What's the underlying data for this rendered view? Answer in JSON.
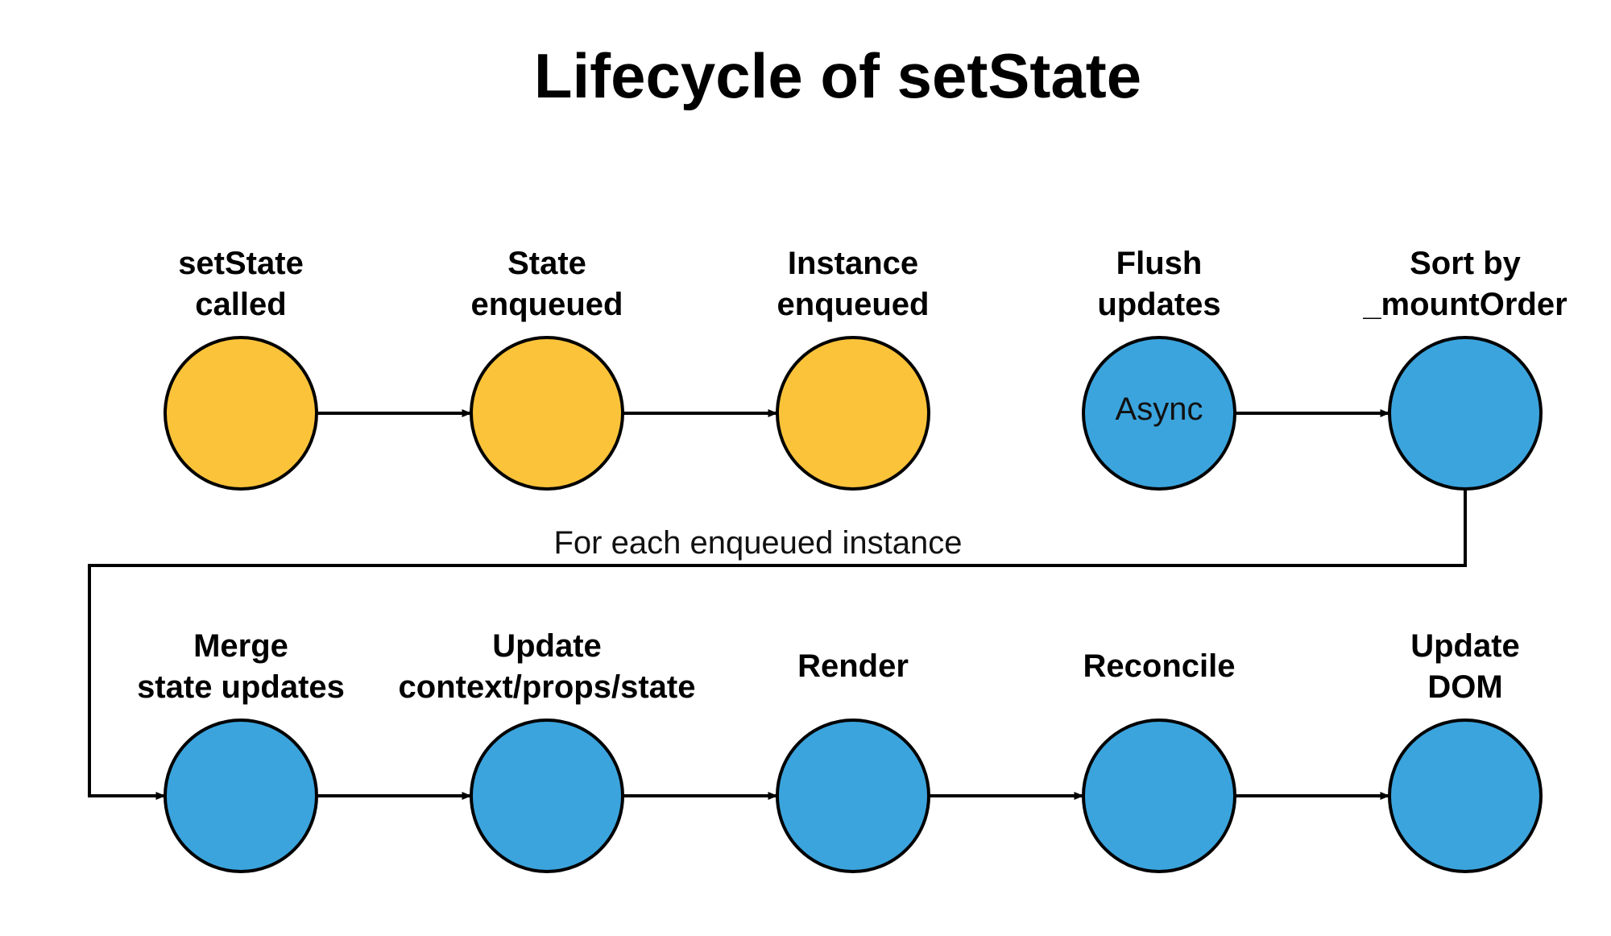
{
  "title": "Lifecycle of setState",
  "colors": {
    "sync": "#FBC33A",
    "batch": "#3BA4DD",
    "stroke": "#000000"
  },
  "nodes": [
    {
      "id": "setstate-called",
      "label": [
        "setState",
        "called"
      ],
      "inner": "",
      "color": "sync"
    },
    {
      "id": "state-enqueued",
      "label": [
        "State",
        "enqueued"
      ],
      "inner": "",
      "color": "sync"
    },
    {
      "id": "instance-enqueued",
      "label": [
        "Instance",
        "enqueued"
      ],
      "inner": "",
      "color": "sync"
    },
    {
      "id": "flush-updates",
      "label": [
        "Flush",
        "updates"
      ],
      "inner": "Async",
      "color": "batch"
    },
    {
      "id": "sort-by-mountorder",
      "label": [
        "Sort by",
        "_mountOrder"
      ],
      "inner": "",
      "color": "batch"
    },
    {
      "id": "merge-state-updates",
      "label": [
        "Merge",
        "state updates"
      ],
      "inner": "",
      "color": "batch"
    },
    {
      "id": "update-context-props-state",
      "label": [
        "Update",
        "context/props/state"
      ],
      "inner": "",
      "color": "batch"
    },
    {
      "id": "render",
      "label": [
        "Render"
      ],
      "inner": "",
      "color": "batch"
    },
    {
      "id": "reconcile",
      "label": [
        "Reconcile"
      ],
      "inner": "",
      "color": "batch"
    },
    {
      "id": "update-dom",
      "label": [
        "Update",
        "DOM"
      ],
      "inner": "",
      "color": "batch"
    }
  ],
  "edges": [
    {
      "from": "setstate-called",
      "to": "state-enqueued"
    },
    {
      "from": "state-enqueued",
      "to": "instance-enqueued"
    },
    {
      "from": "flush-updates",
      "to": "sort-by-mountorder"
    },
    {
      "from": "sort-by-mountorder",
      "to": "merge-state-updates",
      "label": "For each enqueued instance"
    },
    {
      "from": "merge-state-updates",
      "to": "update-context-props-state"
    },
    {
      "from": "update-context-props-state",
      "to": "render"
    },
    {
      "from": "render",
      "to": "reconcile"
    },
    {
      "from": "reconcile",
      "to": "update-dom"
    }
  ]
}
